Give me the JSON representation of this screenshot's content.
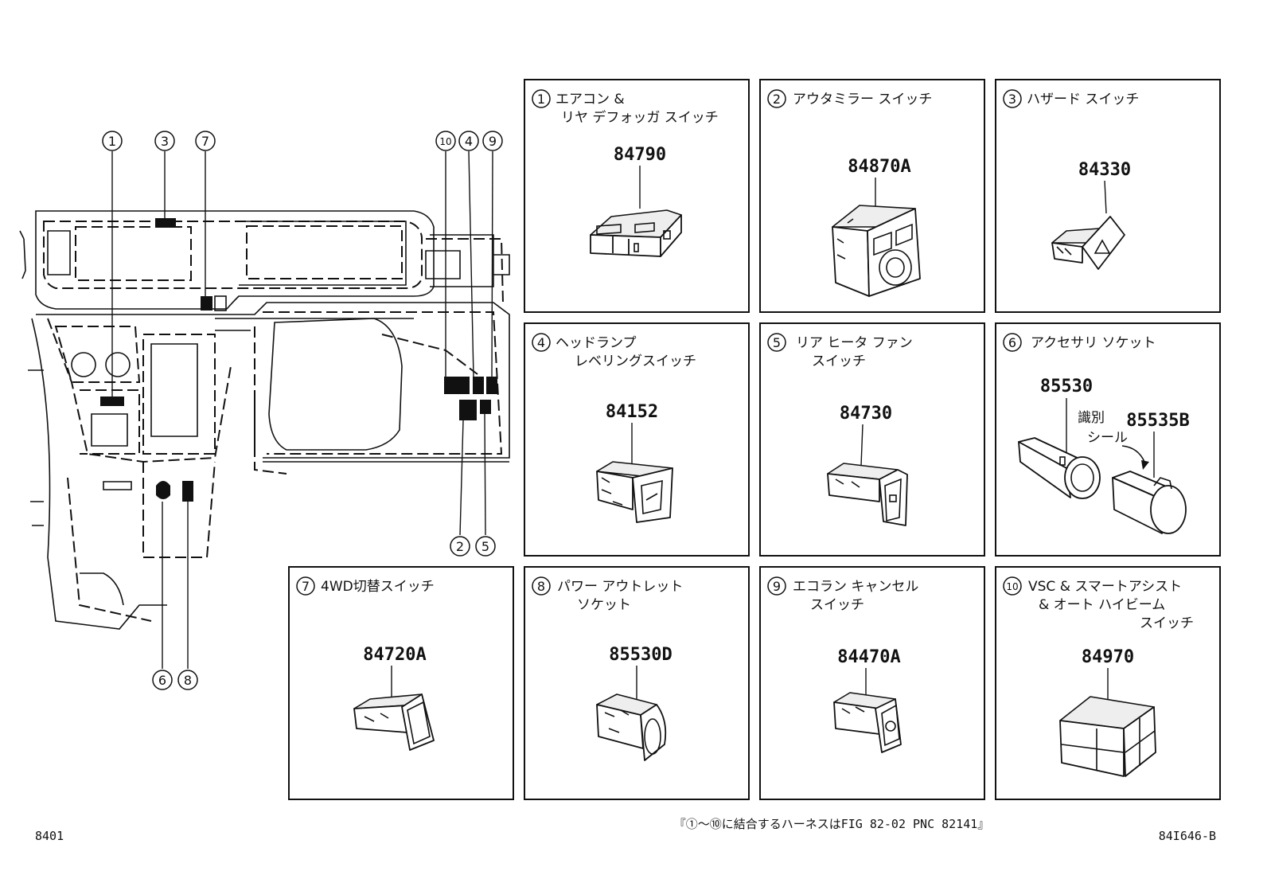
{
  "panels": [
    {
      "num": "1",
      "title_lines": [
        "エアコン &",
        "リヤ デフォッガ スイッチ"
      ],
      "part_no": "84790"
    },
    {
      "num": "2",
      "title_lines": [
        "アウタミラー スイッチ"
      ],
      "part_no": "84870A"
    },
    {
      "num": "3",
      "title_lines": [
        "ハザード スイッチ"
      ],
      "part_no": "84330"
    },
    {
      "num": "4",
      "title_lines": [
        "ヘッドランプ",
        "レベリングスイッチ"
      ],
      "part_no": "84152"
    },
    {
      "num": "5",
      "title_lines": [
        "リア ヒータ ファン",
        "スイッチ"
      ],
      "part_no": "84730"
    },
    {
      "num": "6",
      "title_lines": [
        "アクセサリ ソケット"
      ],
      "part_no": "85530",
      "part_no_2": "85535B",
      "note_lines": [
        "識別",
        "シール"
      ]
    },
    {
      "num": "7",
      "title_lines": [
        "4WD切替スイッチ"
      ],
      "part_no": "84720A"
    },
    {
      "num": "8",
      "title_lines": [
        "パワー アウトレット",
        "ソケット"
      ],
      "part_no": "85530D"
    },
    {
      "num": "9",
      "title_lines": [
        "エコラン キャンセル",
        "スイッチ"
      ],
      "part_no": "84470A"
    },
    {
      "num": "10",
      "title_lines": [
        "VSC & スマートアシスト",
        "& オート ハイビーム",
        "スイッチ"
      ],
      "part_no": "84970"
    }
  ],
  "callouts": [
    "1",
    "3",
    "7",
    "10",
    "4",
    "9",
    "2",
    "5",
    "6",
    "8"
  ],
  "footer": {
    "note": "『①～⑩に結合するハーネスはFIG 82-02 PNC 82141』",
    "left_code": "8401",
    "right_code": "84I646-B"
  }
}
